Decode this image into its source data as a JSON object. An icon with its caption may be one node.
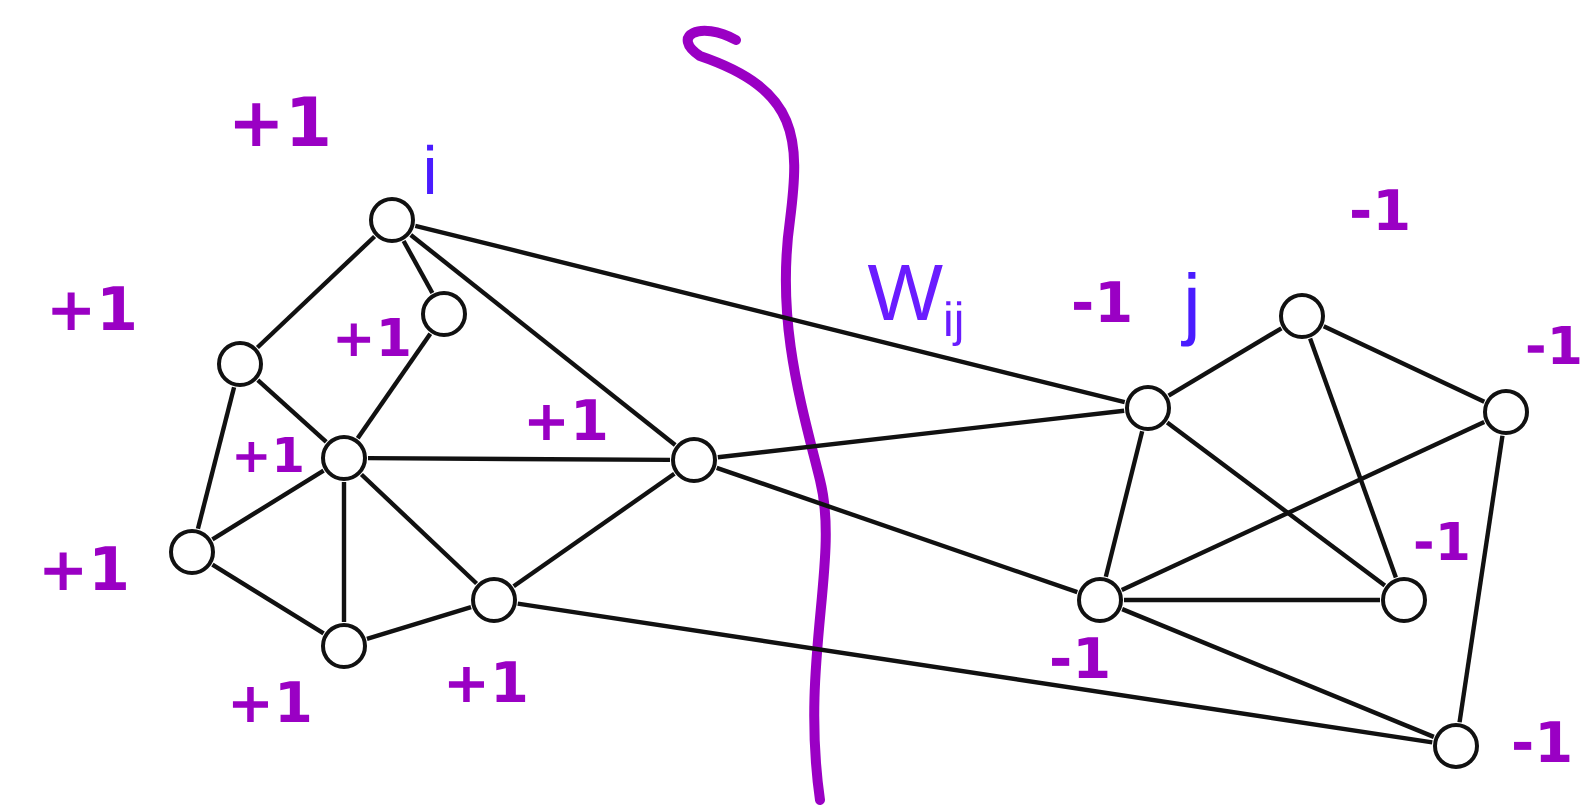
{
  "diagram": {
    "nodes": [
      {
        "text": [],
        "shape": "circle",
        "beside": [
          "+1",
          "i"
        ]
      },
      {
        "text": [],
        "shape": "circle",
        "beside": [
          "+1"
        ]
      },
      {
        "text": [],
        "shape": "circle",
        "beside": [
          "+1"
        ]
      },
      {
        "text": [],
        "shape": "circle",
        "beside": [
          "+1"
        ]
      },
      {
        "text": [],
        "shape": "circle",
        "beside": [
          "+1"
        ]
      },
      {
        "text": [],
        "shape": "circle",
        "beside": [
          "+1"
        ]
      },
      {
        "text": [],
        "shape": "circle",
        "beside": [
          "+1"
        ]
      },
      {
        "text": [],
        "shape": "circle",
        "beside": [
          "+1"
        ]
      },
      {
        "text": [],
        "shape": "circle",
        "beside": [
          "-1",
          "j"
        ]
      },
      {
        "text": [],
        "shape": "circle",
        "beside": [
          "-1"
        ]
      },
      {
        "text": [],
        "shape": "circle",
        "beside": [
          "-1"
        ]
      },
      {
        "text": [],
        "shape": "circle",
        "beside": [
          "-1"
        ]
      },
      {
        "text": [],
        "shape": "circle",
        "beside": [
          "-1"
        ]
      },
      {
        "text": [],
        "shape": "circle",
        "beside": [
          "-1"
        ]
      }
    ],
    "edges": [
      {
        "from": 0,
        "to": 1,
        "arrow": "none"
      },
      {
        "from": 0,
        "to": 2,
        "arrow": "none"
      },
      {
        "from": 0,
        "to": 7,
        "arrow": "none"
      },
      {
        "from": 0,
        "to": 8,
        "arrow": "none"
      },
      {
        "from": 1,
        "to": 3,
        "arrow": "none"
      },
      {
        "from": 2,
        "to": 3,
        "arrow": "none"
      },
      {
        "from": 2,
        "to": 4,
        "arrow": "none"
      },
      {
        "from": 3,
        "to": 4,
        "arrow": "none"
      },
      {
        "from": 3,
        "to": 5,
        "arrow": "none"
      },
      {
        "from": 3,
        "to": 6,
        "arrow": "none"
      },
      {
        "from": 3,
        "to": 7,
        "arrow": "none"
      },
      {
        "from": 4,
        "to": 5,
        "arrow": "none"
      },
      {
        "from": 5,
        "to": 6,
        "arrow": "none"
      },
      {
        "from": 6,
        "to": 7,
        "arrow": "none"
      },
      {
        "from": 6,
        "to": 13,
        "arrow": "none"
      },
      {
        "from": 7,
        "to": 8,
        "arrow": "none"
      },
      {
        "from": 7,
        "to": 11,
        "arrow": "none"
      },
      {
        "from": 8,
        "to": 9,
        "arrow": "none"
      },
      {
        "from": 8,
        "to": 11,
        "arrow": "none"
      },
      {
        "from": 8,
        "to": 12,
        "arrow": "none"
      },
      {
        "from": 9,
        "to": 10,
        "arrow": "none"
      },
      {
        "from": 9,
        "to": 12,
        "arrow": "none"
      },
      {
        "from": 10,
        "to": 11,
        "arrow": "none"
      },
      {
        "from": 10,
        "to": 13,
        "arrow": "none"
      },
      {
        "from": 11,
        "to": 12,
        "arrow": "none"
      },
      {
        "from": 11,
        "to": 13,
        "arrow": "none"
      }
    ],
    "labels": [
      "W$_{ij}$"
    ]
  }
}
